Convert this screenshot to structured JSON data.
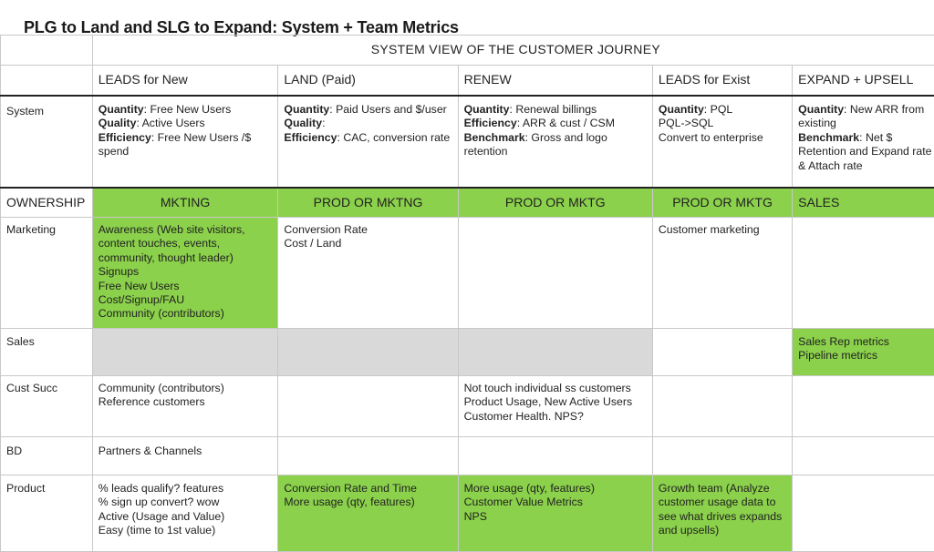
{
  "title": "PLG to Land and SLG to Expand: System + Team Metrics",
  "journey_header": "SYSTEM VIEW OF THE CUSTOMER JOURNEY",
  "stages": [
    "LEADS for New",
    "LAND (Paid)",
    "RENEW",
    "LEADS for Exist",
    "EXPAND + UPSELL"
  ],
  "system": {
    "label": "System",
    "cells": [
      [
        {
          "bold": "Quantity",
          "text": ": Free New Users"
        },
        {
          "bold": "Quality",
          "text": ": Active Users"
        },
        {
          "bold": "Efficiency",
          "text": ": Free New Users /$ spend"
        }
      ],
      [
        {
          "bold": "Quantity",
          "text": ": Paid Users and $/user"
        },
        {
          "bold": "Quality",
          "text": ":"
        },
        {
          "bold": "Efficiency",
          "text": ": CAC, conversion rate"
        }
      ],
      [
        {
          "bold": "Quantity",
          "text": ": Renewal billings"
        },
        {
          "bold": "Efficiency",
          "text": ": ARR & cust / CSM"
        },
        {
          "bold": "Benchmark",
          "text": ": Gross and logo retention"
        }
      ],
      [
        {
          "bold": "Quantity",
          "text": ": PQL"
        },
        {
          "bold": "",
          "text": "PQL->SQL"
        },
        {
          "bold": "",
          "text": "Convert to enterprise"
        }
      ],
      [
        {
          "bold": "Quantity",
          "text": ": New ARR from existing"
        },
        {
          "bold": "Benchmark",
          "text": ": Net $ Retention and Expand rate & Attach rate"
        }
      ]
    ]
  },
  "ownership": {
    "label": "OWNERSHIP",
    "values": [
      "MKTING",
      "PROD OR MKTNG",
      "PROD OR MKTG",
      "PROD OR MKTG",
      "SALES"
    ]
  },
  "rows": {
    "marketing": {
      "label": "Marketing",
      "cells": [
        [
          "Awareness (Web site visitors, content touches, events, community, thought leader)",
          "Signups",
          "Free New Users",
          "Cost/Signup/FAU",
          "Community (contributors)"
        ],
        [
          "Conversion Rate",
          "Cost / Land"
        ],
        [],
        [
          "Customer marketing"
        ],
        []
      ]
    },
    "sales": {
      "label": "Sales",
      "cells": [
        [],
        [],
        [],
        [],
        [
          "Sales Rep metrics",
          "Pipeline metrics"
        ]
      ]
    },
    "cust_succ": {
      "label": "Cust Succ",
      "cells": [
        [
          "Community (contributors)",
          "Reference customers"
        ],
        [],
        [
          "Not touch individual ss customers",
          "Product Usage, New Active Users",
          "Customer Health. NPS?"
        ],
        [],
        []
      ]
    },
    "bd": {
      "label": "BD",
      "cells": [
        [
          "Partners & Channels"
        ],
        [],
        [],
        [],
        []
      ]
    },
    "product": {
      "label": "Product",
      "cells": [
        [
          "% leads qualify? features",
          "% sign up convert? wow",
          "Active (Usage and Value)",
          "Easy (time to 1st value)"
        ],
        [
          "Conversion Rate and Time",
          "More usage (qty, features)"
        ],
        [
          "More usage (qty, features)",
          "Customer Value Metrics",
          "NPS"
        ],
        [
          "Growth team (Analyze customer usage data to see what drives expands and upsells)"
        ],
        []
      ]
    }
  },
  "colors": {
    "green_fill": "#8bd14b",
    "gray_fill": "#d9d9d9"
  }
}
